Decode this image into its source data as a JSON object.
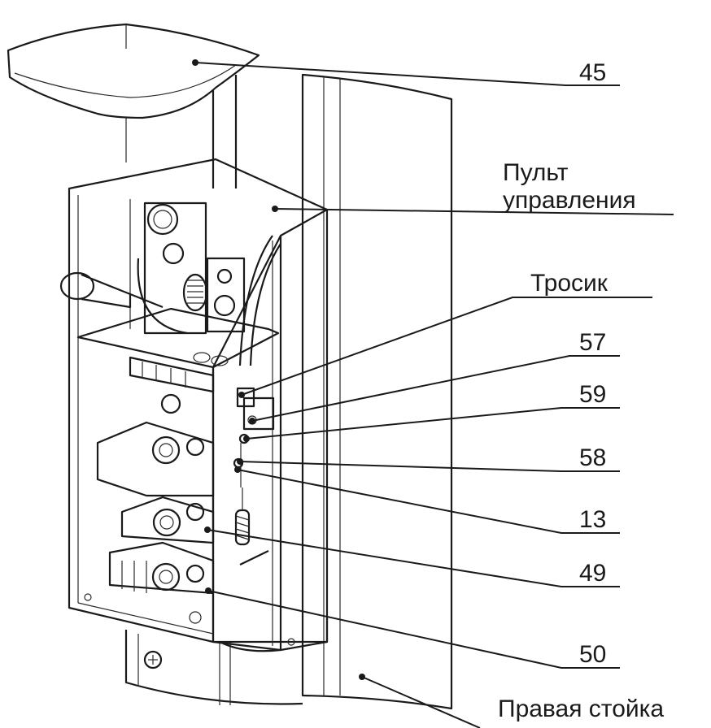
{
  "callouts": {
    "c45": "45",
    "control_panel_line1": "Пульт",
    "control_panel_line2": "управления",
    "cable": "Тросик",
    "c57": "57",
    "c59": "59",
    "c58": "58",
    "c13": "13",
    "c49": "49",
    "c50": "50",
    "right_post": "Правая стойка"
  }
}
